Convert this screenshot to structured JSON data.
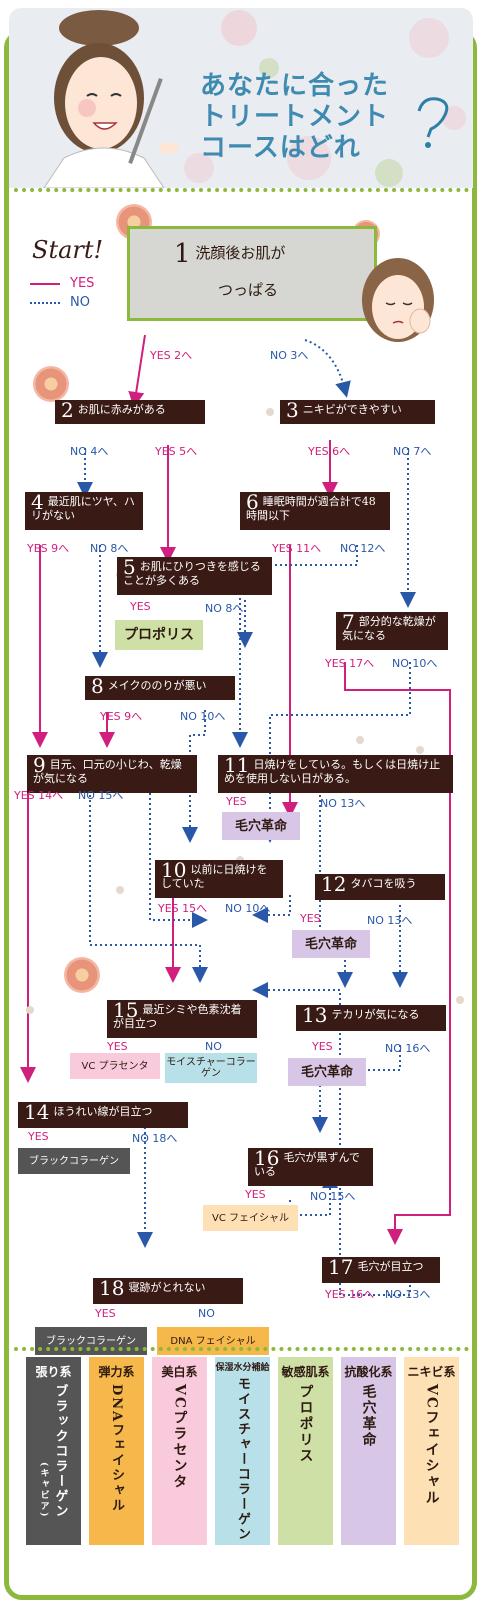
{
  "title": {
    "line1": "あなたに合った",
    "line2": "トリートメント",
    "line3": "コースはどれ"
  },
  "start": {
    "label": "Start!",
    "yes": "YES",
    "no": "NO"
  },
  "q1": {
    "num": "1",
    "line1": "洗顔後お肌が",
    "line2": "つっぱる"
  },
  "questions": {
    "q2": {
      "num": "2",
      "text": "お肌に赤みがある"
    },
    "q3": {
      "num": "3",
      "text": "ニキビができやすい"
    },
    "q4": {
      "num": "4",
      "text": "最近肌にツヤ、ハリがない"
    },
    "q5": {
      "num": "5",
      "text": "お肌にひりつきを感じることが多くある"
    },
    "q6": {
      "num": "6",
      "text": "睡眠時間が週合計で48時間以下"
    },
    "q7": {
      "num": "7",
      "text": "部分的な乾燥が気になる"
    },
    "q8": {
      "num": "8",
      "text": "メイクののりが悪い"
    },
    "q9": {
      "num": "9",
      "text": "目元、口元の小じわ、乾燥が気になる"
    },
    "q10": {
      "num": "10",
      "text": "以前に日焼けをしていた"
    },
    "q11": {
      "num": "11",
      "text": "日焼けをしている。もしくは日焼け止めを使用しない日がある。"
    },
    "q12": {
      "num": "12",
      "text": "タバコを吸う"
    },
    "q13": {
      "num": "13",
      "text": "テカリが気になる"
    },
    "q14": {
      "num": "14",
      "text": "ほうれい線が目立つ"
    },
    "q15": {
      "num": "15",
      "text": "最近シミや色素沈着が目立つ"
    },
    "q16": {
      "num": "16",
      "text": "毛穴が黒ずんでいる"
    },
    "q17": {
      "num": "17",
      "text": "毛穴が目立つ"
    },
    "q18": {
      "num": "18",
      "text": "寝跡がとれない"
    }
  },
  "labels": {
    "yes2": "YES 2へ",
    "no3": "NO 3へ",
    "no4": "NO 4へ",
    "yes5": "YES 5へ",
    "yes6": "YES 6へ",
    "no7": "NO 7へ",
    "yes9a": "YES 9へ",
    "no8a": "NO 8へ",
    "yes5r": "YES",
    "no8b": "NO 8へ",
    "yes11": "YES 11へ",
    "no12": "NO 12へ",
    "yes17": "YES 17へ",
    "no10a": "NO 10へ",
    "yes9b": "YES 9へ",
    "no10b": "NO 10へ",
    "yes14": "YES 14へ",
    "no15a": "NO 15へ",
    "yes11r": "YES",
    "no13a": "NO 13へ",
    "yes15": "YES 15へ",
    "no10c": "NO 10へ",
    "yes12r": "YES",
    "no13b": "NO 13へ",
    "yes15r": "YES",
    "no15r": "NO",
    "yes13r": "YES",
    "no16": "NO 16へ",
    "yes14r": "YES",
    "no18": "NO 18へ",
    "yes16r": "YES",
    "no15b": "NO 15へ",
    "yes16": "YES 16へ",
    "no13c": "NO 13へ",
    "yes18r": "YES",
    "no18r": "NO"
  },
  "results": {
    "propolis": "プロポリス",
    "pore": "毛穴革命",
    "vc_placenta": "VC プラセンタ",
    "moisture": "モイスチャーコラーゲン",
    "black": "ブラックコラーゲン",
    "vc_facial": "VC フェイシャル",
    "dna_facial": "DNA フェイシャル"
  },
  "legend": [
    {
      "cat": "張り系",
      "sub": "(キャビア)",
      "prod": "ブラックコラーゲン",
      "color": "#555555"
    },
    {
      "cat": "弾力系",
      "sub": "",
      "prod": "DNAフェイシャル",
      "color": "#f6b84a"
    },
    {
      "cat": "美白系",
      "sub": "",
      "prod": "VCプラセンタ",
      "color": "#f9c9dc"
    },
    {
      "cat": "保湿水分補給",
      "sub": "",
      "prod": "モイスチャーコラーゲン",
      "color": "#b8e0e8"
    },
    {
      "cat": "敏感肌系",
      "sub": "",
      "prod": "プロポリス",
      "color": "#cfe0a6"
    },
    {
      "cat": "抗酸化系",
      "sub": "",
      "prod": "毛穴革命",
      "color": "#d8c6e6"
    },
    {
      "cat": "ニキビ系",
      "sub": "",
      "prod": "VCフェイシャル",
      "color": "#fde0b4"
    }
  ]
}
